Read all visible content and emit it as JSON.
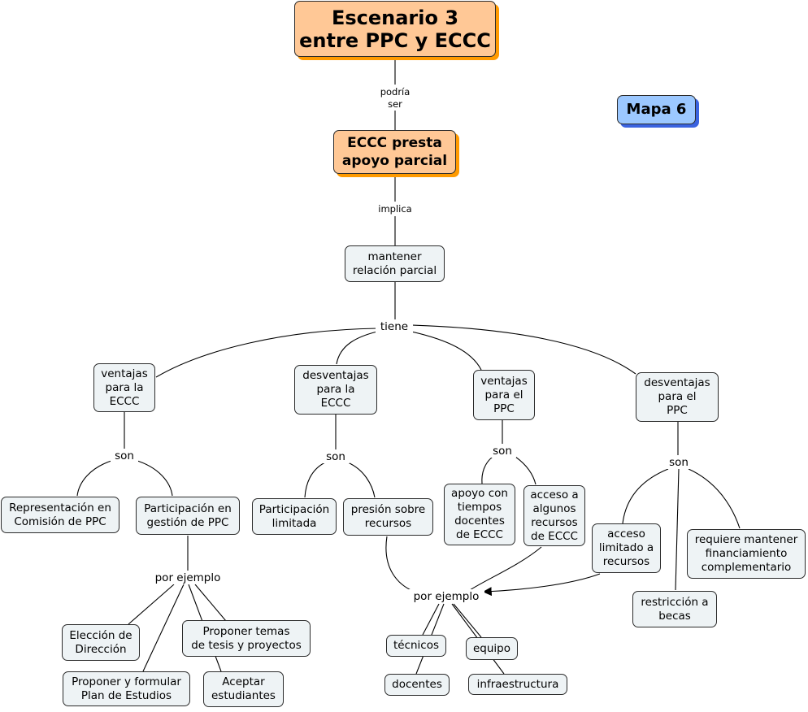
{
  "map": {
    "title": "Escenario 3\nentre PPC y ECCC",
    "map_label": "Mapa 6",
    "scenario": "ECCC presta\napoyo parcial",
    "link_podria": "podría\nser",
    "link_implica": "implica",
    "relation": "mantener\nrelación parcial",
    "link_tiene": "tiene",
    "adv_eccc": "ventajas\npara la\nECCC",
    "dis_eccc": "desventajas\npara la\nECCC",
    "adv_ppc": "ventajas\npara el\nPPC",
    "dis_ppc": "desventajas\npara el\nPPC",
    "son": "son",
    "por_ejemplo": "por ejemplo",
    "representacion": "Representación en\nComisión de PPC",
    "participacion_gestion": "Participación en\ngestión de PPC",
    "participacion_limitada": "Participación\nlimitada",
    "presion": "presión sobre\nrecursos",
    "apoyo_tiempos": "apoyo con\ntiempos\ndocentes\nde ECCC",
    "acceso_algunos": "acceso a\nalgunos\nrecursos\nde ECCC",
    "acceso_limitado": "acceso\nlimitado a\nrecursos",
    "financiamiento": "requiere mantener\nfinanciamiento\ncomplementario",
    "restriccion": "restricción a\nbecas",
    "eleccion": "Elección de\nDirección",
    "proponer_plan": "Proponer y formular\nPlan de Estudios",
    "proponer_temas": "Proponer temas\nde tesis y proyectos",
    "aceptar": "Aceptar\nestudiantes",
    "tecnicos": "técnicos",
    "docentes": "docentes",
    "equipo": "equipo",
    "infraestructura": "infraestructura"
  },
  "colors": {
    "concept_fill": "#eef3f5",
    "title_fill": "#ffc896",
    "title_shadow": "#ff9a00",
    "map_label_fill": "#9cc8ff",
    "map_label_shadow": "#3a63e0"
  }
}
